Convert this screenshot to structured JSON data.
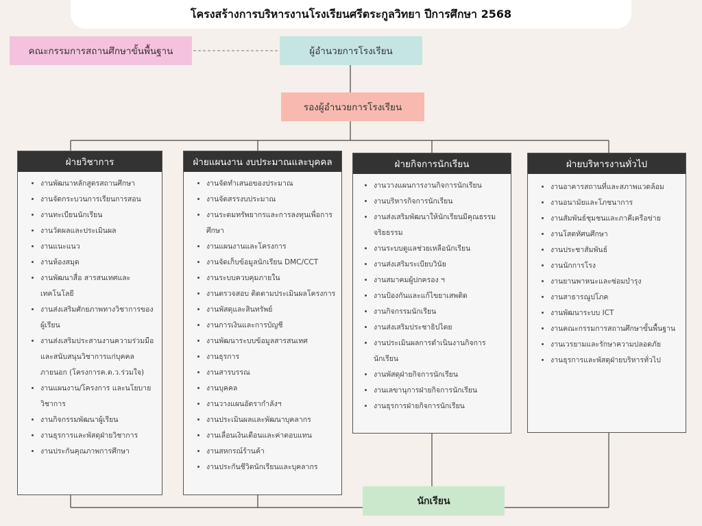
{
  "title": "โครงสร้างการบริหารงานโรงเรียนศรีตระกูลวิทยา  ปีการศึกษา 2568",
  "board": "คณะกรรมการสถานศึกษาขั้นพื้นฐาน",
  "director": "ผู้อำนวยการโรงเรียน",
  "deputy": "รองผู้อำนวยการโรงเรียน",
  "students": "นักเรียน",
  "departments": [
    {
      "name": "ฝ่ายวิชาการ",
      "items": [
        "งานพัฒนาหลักสูตรสถานศึกษา",
        "งานจัดกระบวนการเรียนการสอน",
        "งานทะเบียนนักเรียน",
        "งานวัดผลและประเมินผล",
        "งานแนะแนว",
        "งานห้องสมุด",
        "งานพัฒนาสื่อ สารสนเทศและเทคโนโลยี",
        "งานส่งเสริมศักยภาพทางวิชาการของผู้เรียน",
        "งานส่งเสริมประสานงานความร่วมมือและสนับสนุนวิชาการแก่บุคคลภายนอก (โครงการค.ต.ว.ร่วมใจ)",
        "งานแผนงาน/โครงการ และนโยบายวิชาการ",
        "งานกิจกรรมพัฒนาผู้เรียน",
        "งานธุรการและพัสดุฝ่ายวิชาการ",
        "งานประกันคุณภาพการศึกษา"
      ]
    },
    {
      "name": "ฝ่ายแผนงาน งบประมาณและบุคคล",
      "items": [
        "งานจัดทำเสนอของประมาณ",
        "งานจัดสรรงบประมาณ",
        "งานระดมทรัพยากรและการลงทุนเพื่อการศึกษา",
        "งานแผนงานและโครงการ",
        "งานจัดเก็บข้อมูลนักเรียน DMC/CCT",
        "งานระบบควบคุมภายใน",
        "งานตรวจสอบ ติดตามประเมินผลโครงการ",
        "งานพัสดุและสินทรัพย์",
        "งานการเงินและการบัญชี",
        "งานพัฒนาระบบข้อมูลสารสนเทศ",
        "งานธุรการ",
        "งานสารบรรณ",
        "งานบุคคล",
        "งานวางแผนอัตรากำลังฯ",
        "งานประเมินผลและพัฒนาบุคลากร",
        "งานเลื่อนเงินเดือนและค่าตอบแทน",
        "งานสหกรณ์ร้านค้า",
        "งานประกันชีวิตนักเรียนและบุคลากร"
      ]
    },
    {
      "name": "ฝ่ายกิจการนักเรียน",
      "items": [
        "งานวางแผนการงานกิจการนักเรียน",
        "งานบริหารกิจการนักเรียน",
        "งานส่งเสริมพัฒนาให้นักเรียนมีคุณธรรมจริยธรรม",
        "งานระบบดูแลช่วยเหลือนักเรียน",
        "งานส่งเสริมระเบียบวินัย",
        "งานสมาคมผู้ปกครอง ฯ",
        "งานป้องกันและแก้ไขยาเสพติด",
        "งานกิจกรรมนักเรียน",
        "งานส่งเสริมประชาธิปไตย",
        "งานประเมินผลการดำเนินงานกิจการนักเรียน",
        "งานพัสดุฝ่ายกิจการนักเรียน",
        "งานเลขานุการฝ่ายกิจการนักเรียน",
        "งานธุรการฝ่ายกิจการนักเรียน"
      ]
    },
    {
      "name": "ฝ่ายบริหารงานทั่วไป",
      "items": [
        "งานอาคารสถานที่และสภาพแวดล้อม",
        "งานอนามัยและโภชนาการ",
        "งานสัมพันธ์ชุมชนและภาคีเครือข่าย",
        "งานโสตทัศนศึกษา",
        "งานประชาสัมพันธ์",
        "งานนักการโรง",
        "งานยานพาหนะและซ่อมบำรุง",
        "งานสาธารณูปโภค",
        "งานพัฒนาระบบ ICT",
        "งานคณะกรรมการสถานศึกษาขั้นพื้นฐาน",
        "งานเวรยามและรักษาความปลอดภัย",
        "งานธุรการและพัสดุฝ่ายบริหารทั่วไป"
      ]
    }
  ]
}
